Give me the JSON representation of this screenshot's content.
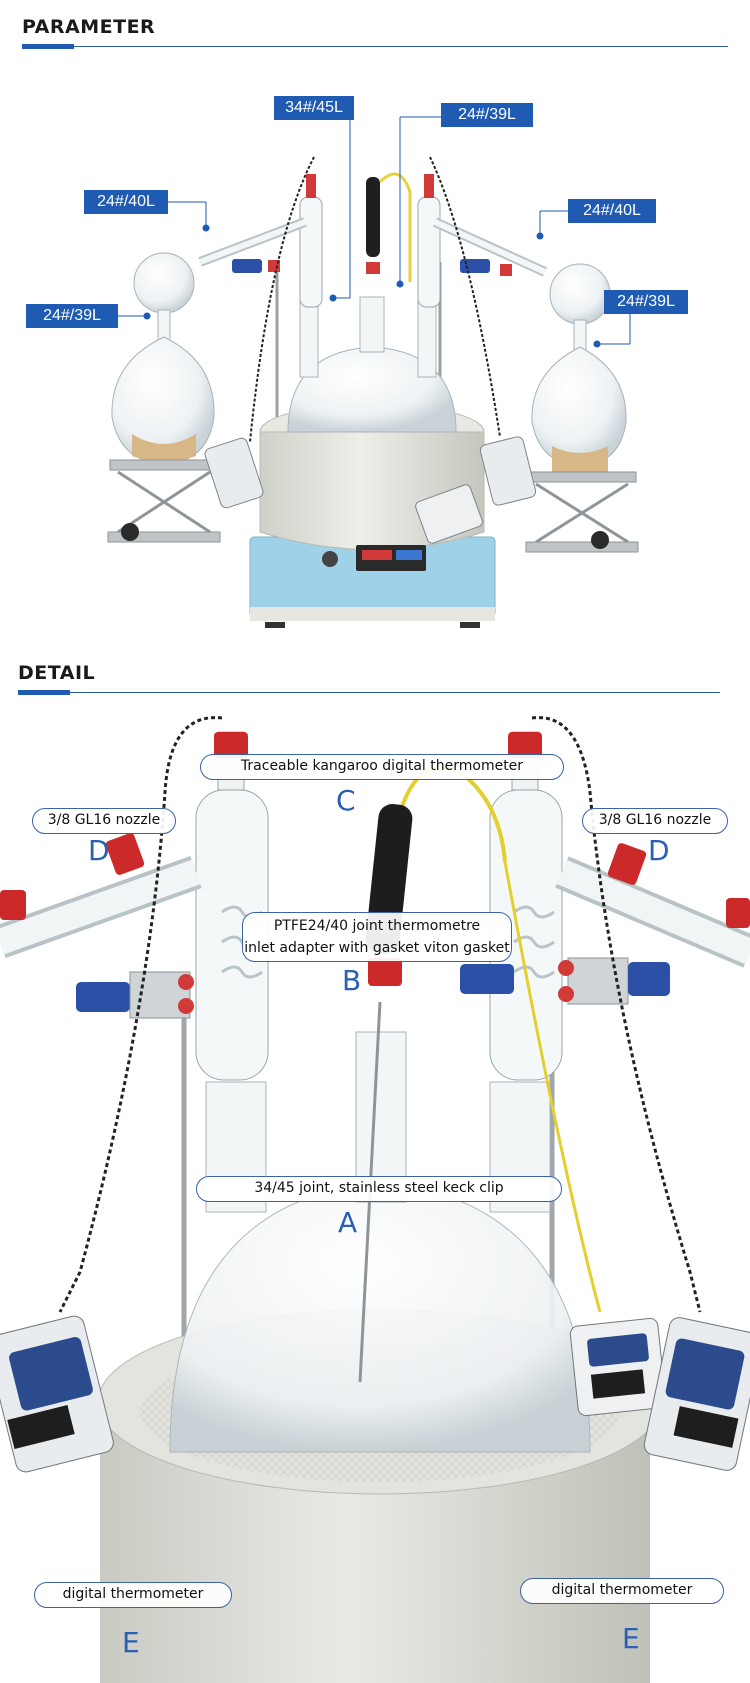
{
  "parameter": {
    "heading": "PARAMETER",
    "badges": {
      "top_center_left": "34#/45L",
      "top_center_right": "24#/39L",
      "left_upper": "24#/40L",
      "left_lower": "24#/39L",
      "right_upper": "24#/40L",
      "right_lower": "24#/39L"
    }
  },
  "detail": {
    "heading": "DETAIL",
    "callouts": {
      "thermometer_top": "Traceable kangaroo digital thermometer",
      "nozzle_left": "3/8 GL16 nozzle",
      "nozzle_right": "3/8 GL16 nozzle",
      "ptfe_line1": "PTFE24/40 joint thermometre",
      "ptfe_line2": "inlet adapter with gasket viton gasket",
      "joint": "34/45 joint, stainless steel keck clip",
      "digital_left": "digital thermometer",
      "digital_right": "digital thermometer"
    },
    "letters": {
      "c": "C",
      "d_left": "D",
      "d_right": "D",
      "b": "B",
      "a": "A",
      "e_left": "E",
      "e_right": "E"
    }
  },
  "colors": {
    "accent": "#1f5bb3",
    "label_text": "#2a5fb4",
    "cap_red": "#cc2a2a",
    "clamp_blue": "#2c4fa8",
    "mantle_base": "#9fd1e8",
    "mantle_body": "#e6e7e2"
  }
}
